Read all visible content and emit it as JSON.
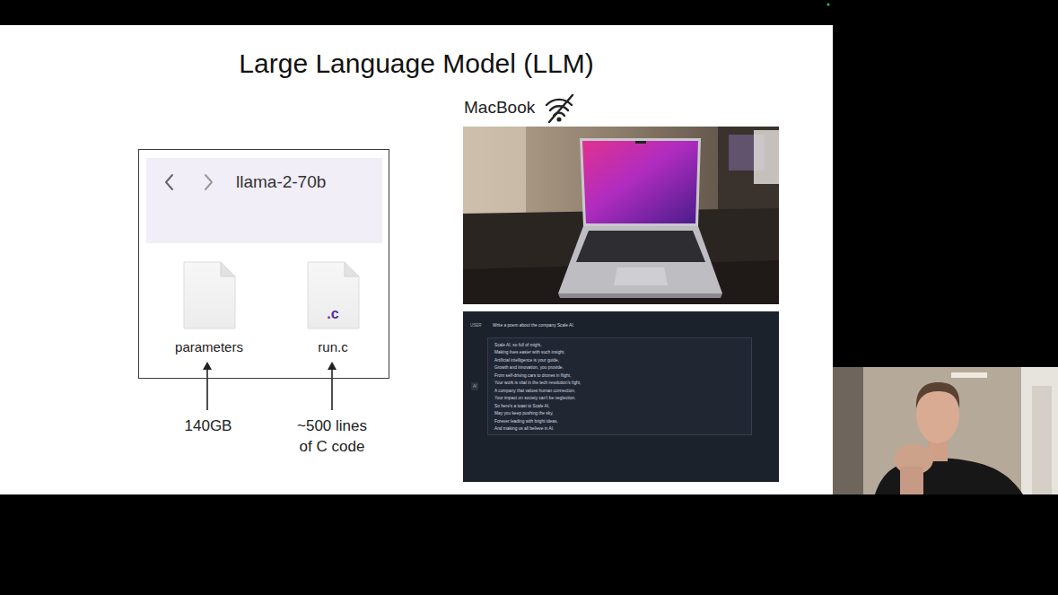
{
  "diagram": {
    "title": "Large Language Model (LLM)",
    "nodes": [
      {
        "text": [
          "llama-2-70b"
        ]
      },
      {
        "text": [
          "parameters"
        ],
        "in": 0
      },
      {
        "text": [
          ".c",
          "run.c"
        ],
        "in": 0
      },
      {
        "text": [
          "USER",
          "Write a poem about the company Scale AI.",
          "AI"
        ]
      },
      {
        "text": [
          "Scale AI, so full of might,",
          "Making lives easier with such insight,",
          "Artificial intelligence is your guide,",
          "Growth and innovation, you provide.",
          "From self-driving cars to drones in flight,",
          "Your work is vital in the tech revolution's fight,",
          "A company that values human connection,",
          "Your impact on society can't be neglection.",
          "So here's a toast to Scale AI,",
          "May you keep pushing the sky,",
          "Forever leading with bright ideas,",
          "And making us all believe in AI."
        ],
        "in": 3
      }
    ],
    "labels": [
      "MacBook",
      "140GB",
      "~500 lines of C code"
    ]
  }
}
